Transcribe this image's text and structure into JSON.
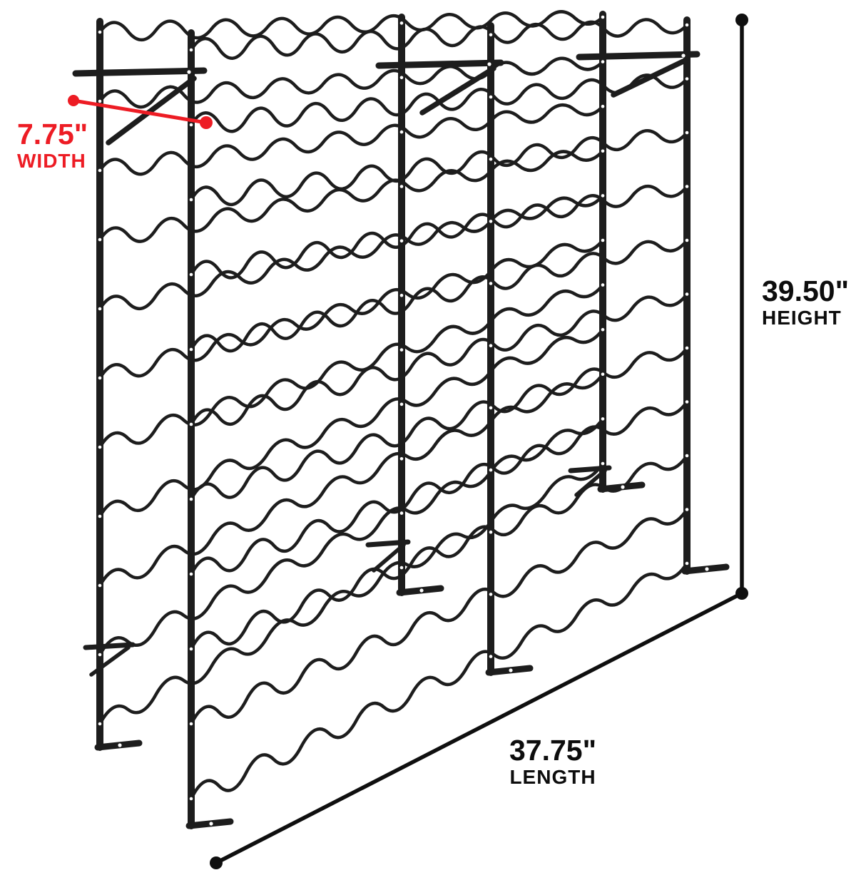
{
  "diagram": {
    "type": "product-dimension-diagram",
    "subject": "wire wine rack illustration"
  },
  "dimensions": {
    "width": {
      "value": "7.75\"",
      "label": "WIDTH"
    },
    "height": {
      "value": "39.50\"",
      "label": "HEIGHT"
    },
    "length": {
      "value": "37.75\"",
      "label": "LENGTH"
    }
  },
  "colors": {
    "accent_red": "#ed1c24",
    "ink": "#0d0d0d",
    "rack": "#1d1d1d",
    "background": "#ffffff"
  }
}
